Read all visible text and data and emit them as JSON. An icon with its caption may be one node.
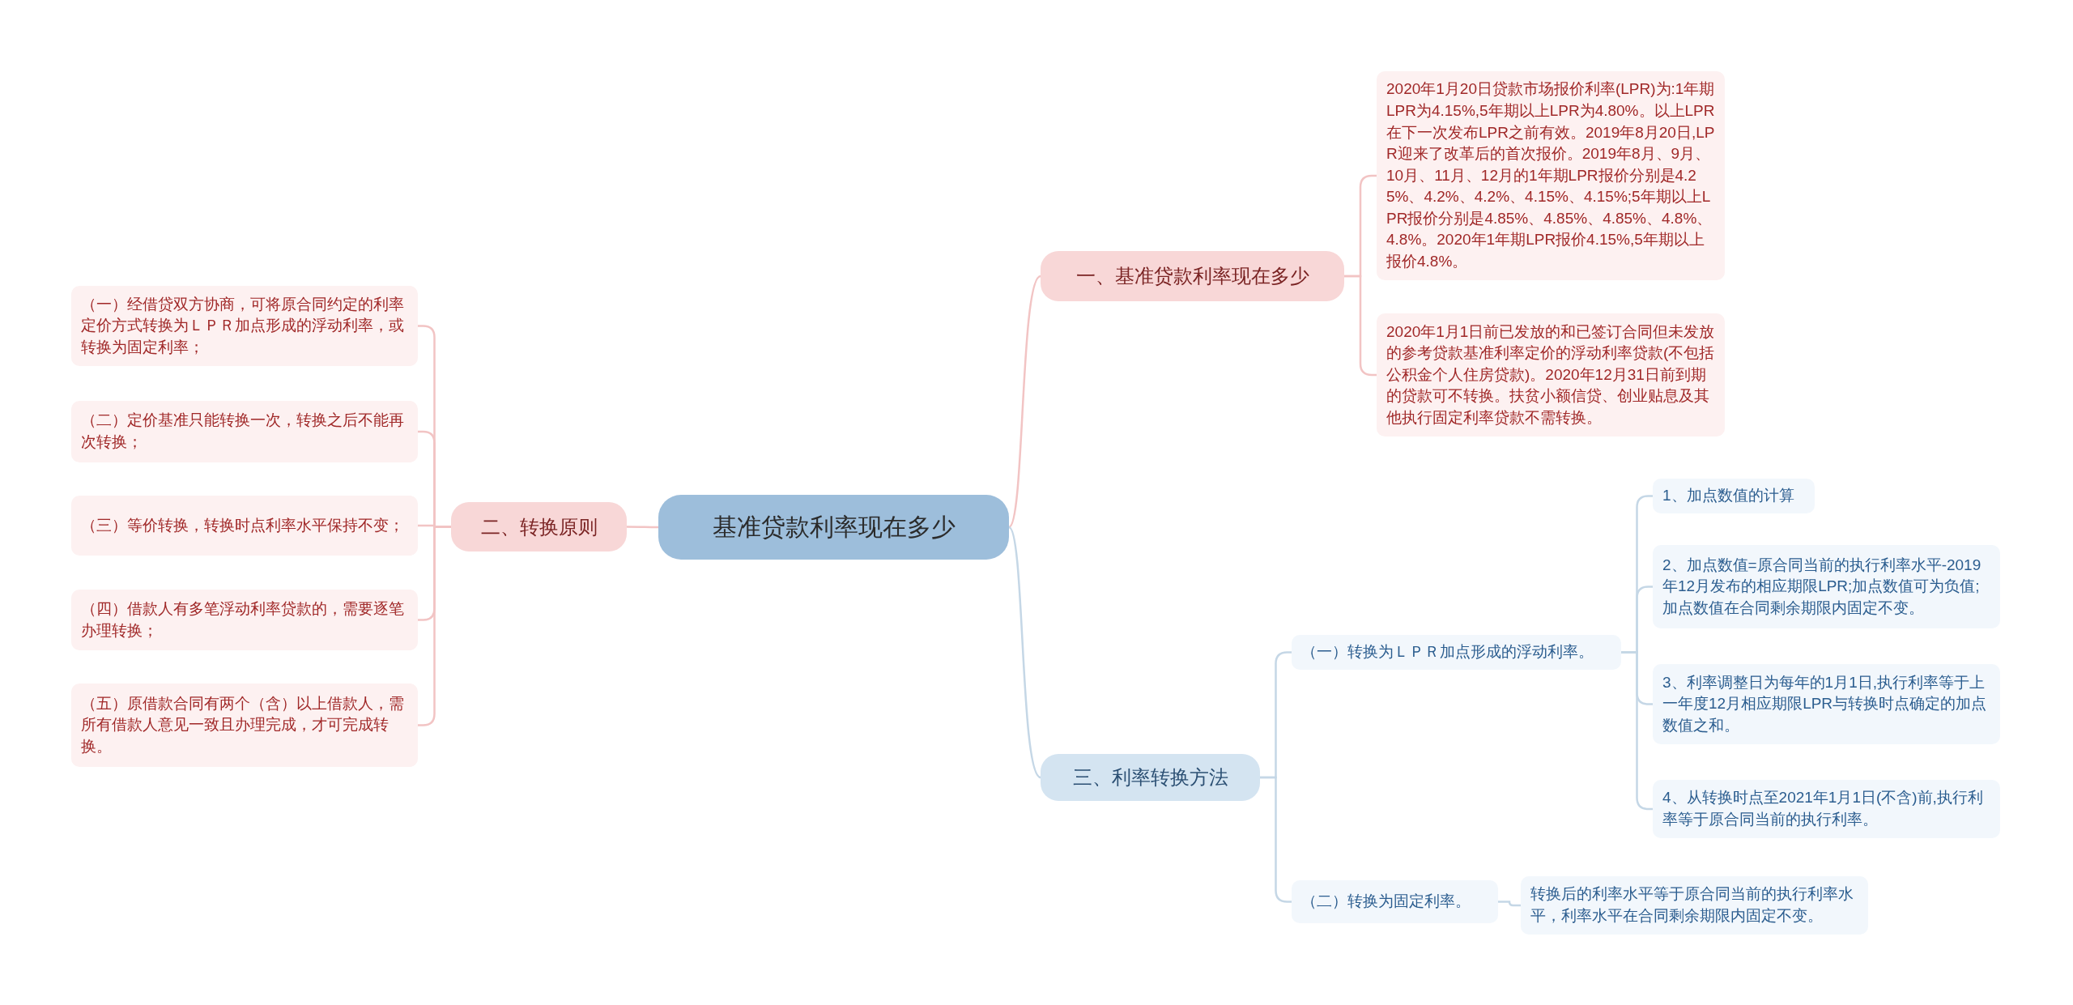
{
  "diagram": {
    "nodes": [
      {
        "text": [
          "基准贷款利率现在多少"
        ]
      },
      {
        "text": [
          "一、基准贷款利率现在多少"
        ]
      },
      {
        "text": [
          "2020年1月20日贷款市场报价利率(LPR)为:1年期LPR为4.15%,5年期以上LPR为4.80%。以上LPR在下一次发布LPR之前有效。2019年8月20日,LPR迎来了改革后的首次报价。2019年8月、9月、10月、11月、12月的1年期LPR报价分别是4.25%、4.2%、4.2%、4.15%、4.15%;5年期以上LPR报价分别是4.85%、4.85%、4.85%、4.8%、4.8%。2020年1年期LPR报价4.15%,5年期以上报价4.8%。"
        ]
      },
      {
        "text": [
          "2020年1月1日前已发放的和已签订合同但未发放的参考贷款基准利率定价的浮动利率贷款(不包括公积金个人住房贷款)。2020年12月31日前到期的贷款可不转换。扶贫小额信贷、创业贴息及其他执行固定利率贷款不需转换。"
        ]
      },
      {
        "text": [
          "二、转换原则"
        ]
      },
      {
        "text": [
          "（一）经借贷双方协商，可将原合同约定的利率定价方式转换为ＬＰＲ加点形成的浮动利率，或转换为固定利率；"
        ]
      },
      {
        "text": [
          "（二）定价基准只能转换一次，转换之后不能再次转换；"
        ]
      },
      {
        "text": [
          "（三）等价转换，转换时点利率水平保持不变；"
        ]
      },
      {
        "text": [
          "（四）借款人有多笔浮动利率贷款的，需要逐笔办理转换；"
        ]
      },
      {
        "text": [
          "（五）原借款合同有两个（含）以上借款人，需所有借款人意见一致且办理完成，才可完成转换。"
        ]
      },
      {
        "text": [
          "三、利率转换方法"
        ]
      },
      {
        "text": [
          "（一）转换为ＬＰＲ加点形成的浮动利率。"
        ]
      },
      {
        "text": [
          "1、加点数值的计算"
        ]
      },
      {
        "text": [
          "2、加点数值=原合同当前的执行利率水平-2019年12月发布的相应期限LPR;加点数值可为负值;加点数值在合同剩余期限内固定不变。"
        ]
      },
      {
        "text": [
          "3、利率调整日为每年的1月1日,执行利率等于上一年度12月相应期限LPR与转换时点确定的加点数值之和。"
        ]
      },
      {
        "text": [
          "4、从转换时点至2021年1月1日(不含)前,执行利率等于原合同当前的执行利率。"
        ]
      },
      {
        "text": [
          "（二）转换为固定利率。"
        ]
      },
      {
        "text": [
          "转换后的利率水平等于原合同当前的执行利率水平，利率水平在合同剩余期限内固定不变。"
        ]
      }
    ],
    "edges": [
      {
        "from": 0,
        "to": 1,
        "arrow": "none",
        "color": "#f2c4c4"
      },
      {
        "from": 1,
        "to": 2,
        "arrow": "none",
        "color": "#f2c4c4"
      },
      {
        "from": 1,
        "to": 3,
        "arrow": "none",
        "color": "#f2c4c4"
      },
      {
        "from": 0,
        "to": 4,
        "arrow": "none",
        "color": "#f2c4c4"
      },
      {
        "from": 4,
        "to": 5,
        "arrow": "none",
        "color": "#f2c4c4"
      },
      {
        "from": 4,
        "to": 6,
        "arrow": "none",
        "color": "#f2c4c4"
      },
      {
        "from": 4,
        "to": 7,
        "arrow": "none",
        "color": "#f2c4c4"
      },
      {
        "from": 4,
        "to": 8,
        "arrow": "none",
        "color": "#f2c4c4"
      },
      {
        "from": 4,
        "to": 9,
        "arrow": "none",
        "color": "#f2c4c4"
      },
      {
        "from": 0,
        "to": 10,
        "arrow": "none"
      },
      {
        "from": 10,
        "to": 11,
        "arrow": "none"
      },
      {
        "from": 11,
        "to": 12,
        "arrow": "none"
      },
      {
        "from": 11,
        "to": 13,
        "arrow": "none"
      },
      {
        "from": 11,
        "to": 14,
        "arrow": "none"
      },
      {
        "from": 11,
        "to": 15,
        "arrow": "none"
      },
      {
        "from": 10,
        "to": 16,
        "arrow": "none"
      },
      {
        "from": 16,
        "to": 17,
        "arrow": "none"
      }
    ]
  }
}
